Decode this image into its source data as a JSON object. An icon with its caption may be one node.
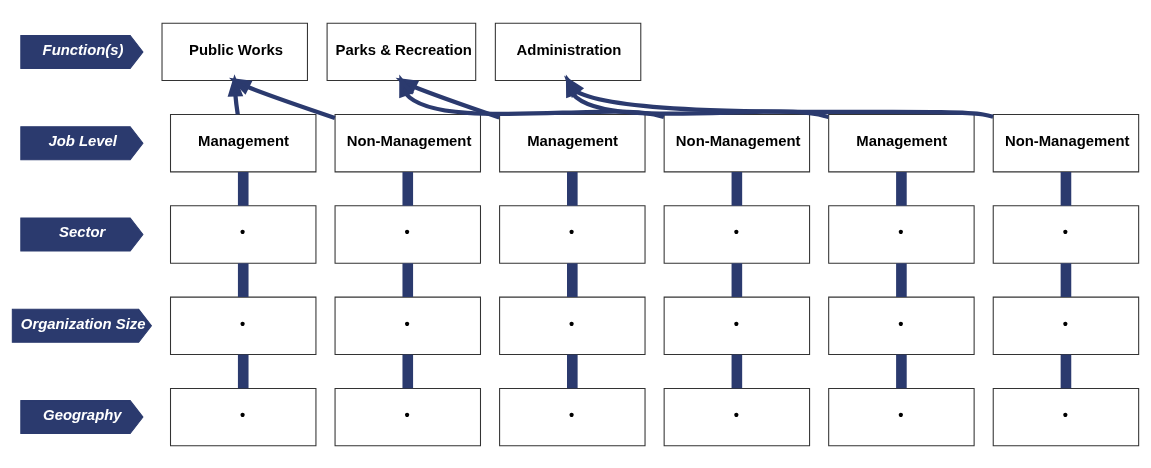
{
  "diagram": {
    "nodes": [
      {
        "text": [
          "Function(s)"
        ]
      },
      {
        "text": [
          "Public Works"
        ]
      },
      {
        "text": [
          "Parks & Recreation"
        ]
      },
      {
        "text": [
          "Administration"
        ]
      },
      {
        "text": [
          "Job Level"
        ]
      },
      {
        "text": [
          "Management"
        ]
      },
      {
        "text": [
          "Non-Management"
        ]
      },
      {
        "text": [
          "Management"
        ]
      },
      {
        "text": [
          "Non-Management"
        ]
      },
      {
        "text": [
          "Management"
        ]
      },
      {
        "text": [
          "Non-Management"
        ]
      },
      {
        "text": [
          "Sector"
        ]
      },
      {
        "text": [
          "•"
        ]
      },
      {
        "text": [
          "•"
        ]
      },
      {
        "text": [
          "•"
        ]
      },
      {
        "text": [
          "•"
        ]
      },
      {
        "text": [
          "•"
        ]
      },
      {
        "text": [
          "•"
        ]
      },
      {
        "text": [
          "Organization Size"
        ]
      },
      {
        "text": [
          "•"
        ]
      },
      {
        "text": [
          "•"
        ]
      },
      {
        "text": [
          "•"
        ]
      },
      {
        "text": [
          "•"
        ]
      },
      {
        "text": [
          "•"
        ]
      },
      {
        "text": [
          "•"
        ]
      },
      {
        "text": [
          "Geography"
        ]
      },
      {
        "text": [
          "•"
        ]
      },
      {
        "text": [
          "•"
        ]
      },
      {
        "text": [
          "•"
        ]
      },
      {
        "text": [
          "•"
        ]
      },
      {
        "text": [
          "•"
        ]
      },
      {
        "text": [
          "•"
        ]
      }
    ],
    "edges": [
      {
        "from": 5,
        "to": 1,
        "arrow": "to"
      },
      {
        "from": 6,
        "to": 1,
        "arrow": "to"
      },
      {
        "from": 7,
        "to": 2,
        "arrow": "to"
      },
      {
        "from": 8,
        "to": 2,
        "arrow": "to"
      },
      {
        "from": 9,
        "to": 3,
        "arrow": "to"
      },
      {
        "from": 10,
        "to": 3,
        "arrow": "to"
      },
      {
        "from": 5,
        "to": 12,
        "arrow": "none"
      },
      {
        "from": 6,
        "to": 13,
        "arrow": "none"
      },
      {
        "from": 7,
        "to": 14,
        "arrow": "none"
      },
      {
        "from": 8,
        "to": 15,
        "arrow": "none"
      },
      {
        "from": 9,
        "to": 16,
        "arrow": "none"
      },
      {
        "from": 10,
        "to": 17,
        "arrow": "none"
      },
      {
        "from": 12,
        "to": 19,
        "arrow": "none"
      },
      {
        "from": 13,
        "to": 20,
        "arrow": "none"
      },
      {
        "from": 14,
        "to": 21,
        "arrow": "none"
      },
      {
        "from": 15,
        "to": 22,
        "arrow": "none"
      },
      {
        "from": 16,
        "to": 23,
        "arrow": "none"
      },
      {
        "from": 17,
        "to": 24,
        "arrow": "none"
      },
      {
        "from": 19,
        "to": 26,
        "arrow": "none"
      },
      {
        "from": 20,
        "to": 27,
        "arrow": "none"
      },
      {
        "from": 21,
        "to": 28,
        "arrow": "none"
      },
      {
        "from": 22,
        "to": 29,
        "arrow": "none"
      },
      {
        "from": 23,
        "to": 30,
        "arrow": "none"
      },
      {
        "from": 24,
        "to": 31,
        "arrow": "none"
      }
    ]
  }
}
